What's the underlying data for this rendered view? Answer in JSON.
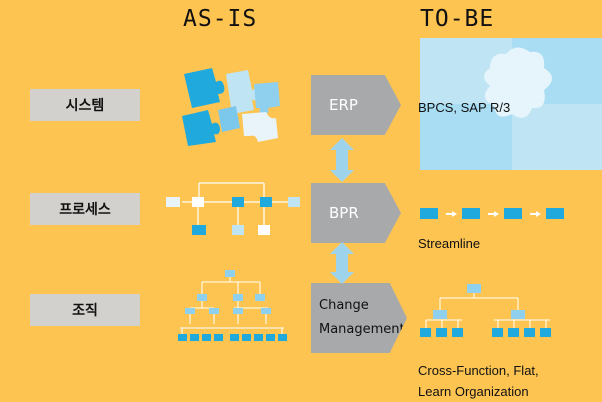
{
  "headers": {
    "as_is": "AS-IS",
    "to_be": "TO-BE"
  },
  "rows": [
    {
      "label": "시스템",
      "arrow": "ERP"
    },
    {
      "label": "프로세스",
      "arrow": "BPR"
    },
    {
      "label": "조직",
      "arrow_line1": "Change",
      "arrow_line2": "Management"
    }
  ],
  "to_be": {
    "system": "BPCS, SAP R/3",
    "process": "Streamline",
    "org_line1": "Cross-Function, Flat,",
    "org_line2": "Learn Organization"
  },
  "colors": {
    "background": "#FDC452",
    "label_box": "#D3D1CE",
    "arrow_gray": "#A8A9AB",
    "cyan": "#1FA9DD",
    "light_blue": "#BFE4F4",
    "double_arrow": "#9ED3EC"
  }
}
